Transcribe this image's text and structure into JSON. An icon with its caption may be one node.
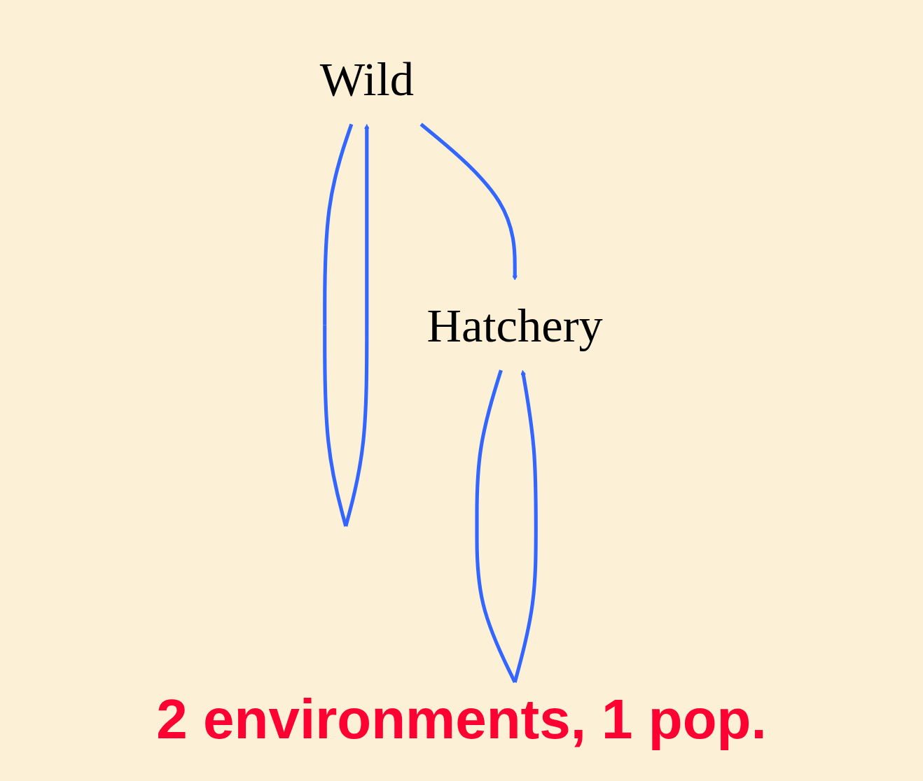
{
  "diagram": {
    "nodes": [
      {
        "text": [
          "Wild"
        ]
      },
      {
        "text": [
          "Hatchery"
        ]
      }
    ],
    "edges": [
      {
        "from": 0,
        "to": 0,
        "arrow": "to"
      },
      {
        "from": 0,
        "to": 1,
        "arrow": "to"
      },
      {
        "from": 1,
        "to": 1,
        "arrow": "to"
      }
    ],
    "labels": [
      "2 environments, 1 pop."
    ]
  }
}
